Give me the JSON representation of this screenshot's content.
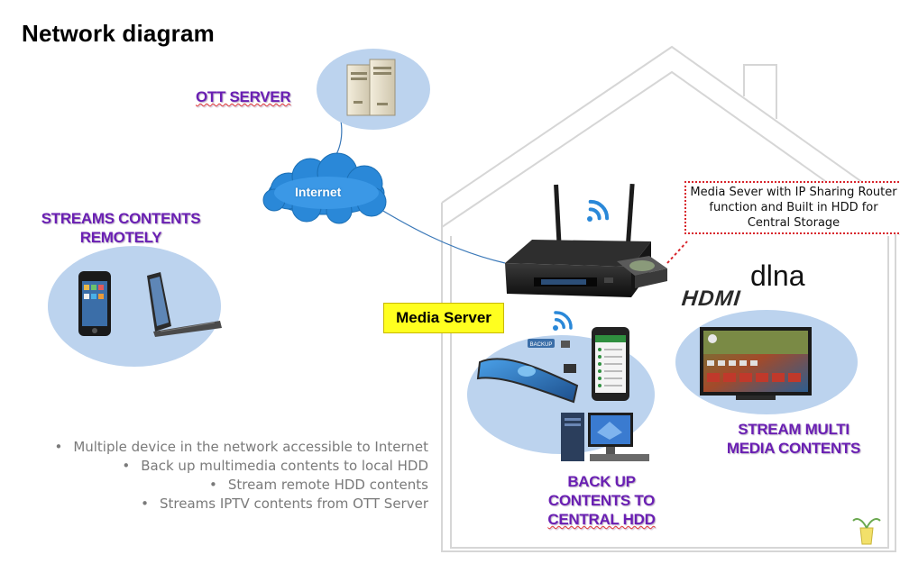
{
  "page": {
    "title": "Network diagram"
  },
  "labels": {
    "ott_server": "OTT SERVER",
    "internet": "Internet",
    "streams_remote": "STREAMS  CONTENTS REMOTELY",
    "media_server": "Media Server",
    "media_server_desc": "Media Sever with IP Sharing Router function and Built in HDD for Central Storage",
    "stream_multimedia": "STREAM MULTI MEDIA CONTENTS",
    "backup_prefix": "BACK UP CONTENTS TO ",
    "backup_suffix": "CENTRAL HDD",
    "hdmi_logo": "HDMI",
    "dlna_logo": "dlna",
    "backup_badge": "BACKUP"
  },
  "bullets": [
    "Multiple device in the network accessible to Internet",
    "Back up  multimedia contents to local HDD",
    "Stream remote HDD contents",
    "Streams IPTV contents from OTT Server"
  ],
  "colors": {
    "accent_purple": "#6a1fb3",
    "bubble_blue": "#bcd3ee",
    "cloud_blue": "#2a88d8",
    "callout_red": "#d8242b",
    "label_yellow": "#ffff1f",
    "house_outline": "#d6d6d6"
  }
}
